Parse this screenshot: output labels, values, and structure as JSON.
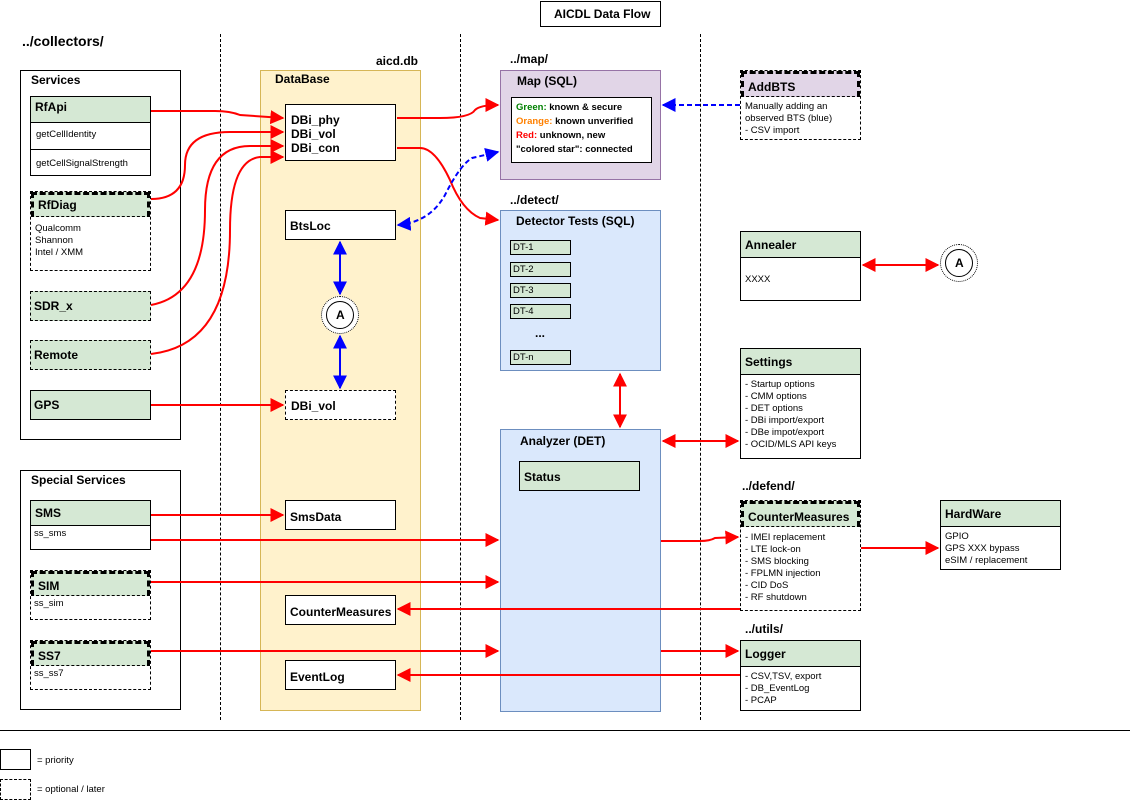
{
  "title": "AICDL Data Flow",
  "sections": {
    "collectors": "../collectors/",
    "db_file": "aicd.db",
    "map": "../map/",
    "detect": "../detect/",
    "defend": "../defend/",
    "utils": "../utils/"
  },
  "services": {
    "title": "Services",
    "rfapi": {
      "name": "RfApi",
      "methods": [
        "getCellIdentity",
        "getCellSignalStrength"
      ]
    },
    "rfdiag": {
      "name": "RfDiag",
      "items": "Qualcomm\nShannon\nIntel / XMM"
    },
    "sdr": "SDR_x",
    "remote": "Remote",
    "gps": "GPS"
  },
  "special_services": {
    "title": "Special Services",
    "sms": {
      "name": "SMS",
      "sub": "ss_sms"
    },
    "sim": {
      "name": "SIM",
      "sub": "ss_sim"
    },
    "ss7": {
      "name": "SS7",
      "sub": "ss_ss7"
    }
  },
  "database": {
    "title": "DataBase",
    "dbi": [
      "DBi_phy",
      "DBi_vol",
      "DBi_con"
    ],
    "btsloc": "BtsLoc",
    "connector": "A",
    "dbi_vol": "DBi_vol",
    "smsdata": "SmsData",
    "countermeasures": "CounterMeasures",
    "eventlog": "EventLog"
  },
  "map_box": {
    "title": "Map (SQL)",
    "green_key": "Green:",
    "green_text": " known & secure",
    "orange_key": "Orange:",
    "orange_text": " known unverified",
    "red_key": "Red:",
    "red_text": " unknown, new",
    "star_text": "\"colored star\": connected"
  },
  "detector": {
    "title": "Detector Tests (SQL)",
    "tests": [
      "DT-1",
      "DT-2",
      "DT-3",
      "DT-4"
    ],
    "ellipsis": "...",
    "last": "DT-n"
  },
  "analyzer": {
    "title": "Analyzer (DET)",
    "status": "Status"
  },
  "addbts": {
    "title": "AddBTS",
    "body": "Manually adding an\nobserved BTS (blue)\n- CSV import"
  },
  "annealer": {
    "title": "Annealer",
    "body": "XXXX",
    "connector": "A"
  },
  "settings": {
    "title": "Settings",
    "body": "- Startup options\n- CMM options\n- DET options\n- DBi import/export\n- DBe impot/export\n- OCID/MLS API keys"
  },
  "countermeasures_box": {
    "title": "CounterMeasures",
    "body": "- IMEI replacement\n- LTE lock-on\n- SMS blocking\n- FPLMN injection\n- CID DoS\n- RF shutdown"
  },
  "hardware": {
    "title": "HardWare",
    "body": "GPIO\nGPS XXX bypass\neSIM / replacement"
  },
  "logger": {
    "title": "Logger",
    "body": "- CSV,TSV, export\n- DB_EventLog\n- PCAP"
  },
  "legend": {
    "priority": "= priority",
    "optional": "= optional / later"
  },
  "colors": {
    "arrow_red": "#ff0000",
    "arrow_blue": "#0000ff",
    "green_fill": "#d5e8d4",
    "db_fill": "#fff2cc",
    "map_fill": "#e1d5e7",
    "detect_fill": "#dae8fc"
  }
}
